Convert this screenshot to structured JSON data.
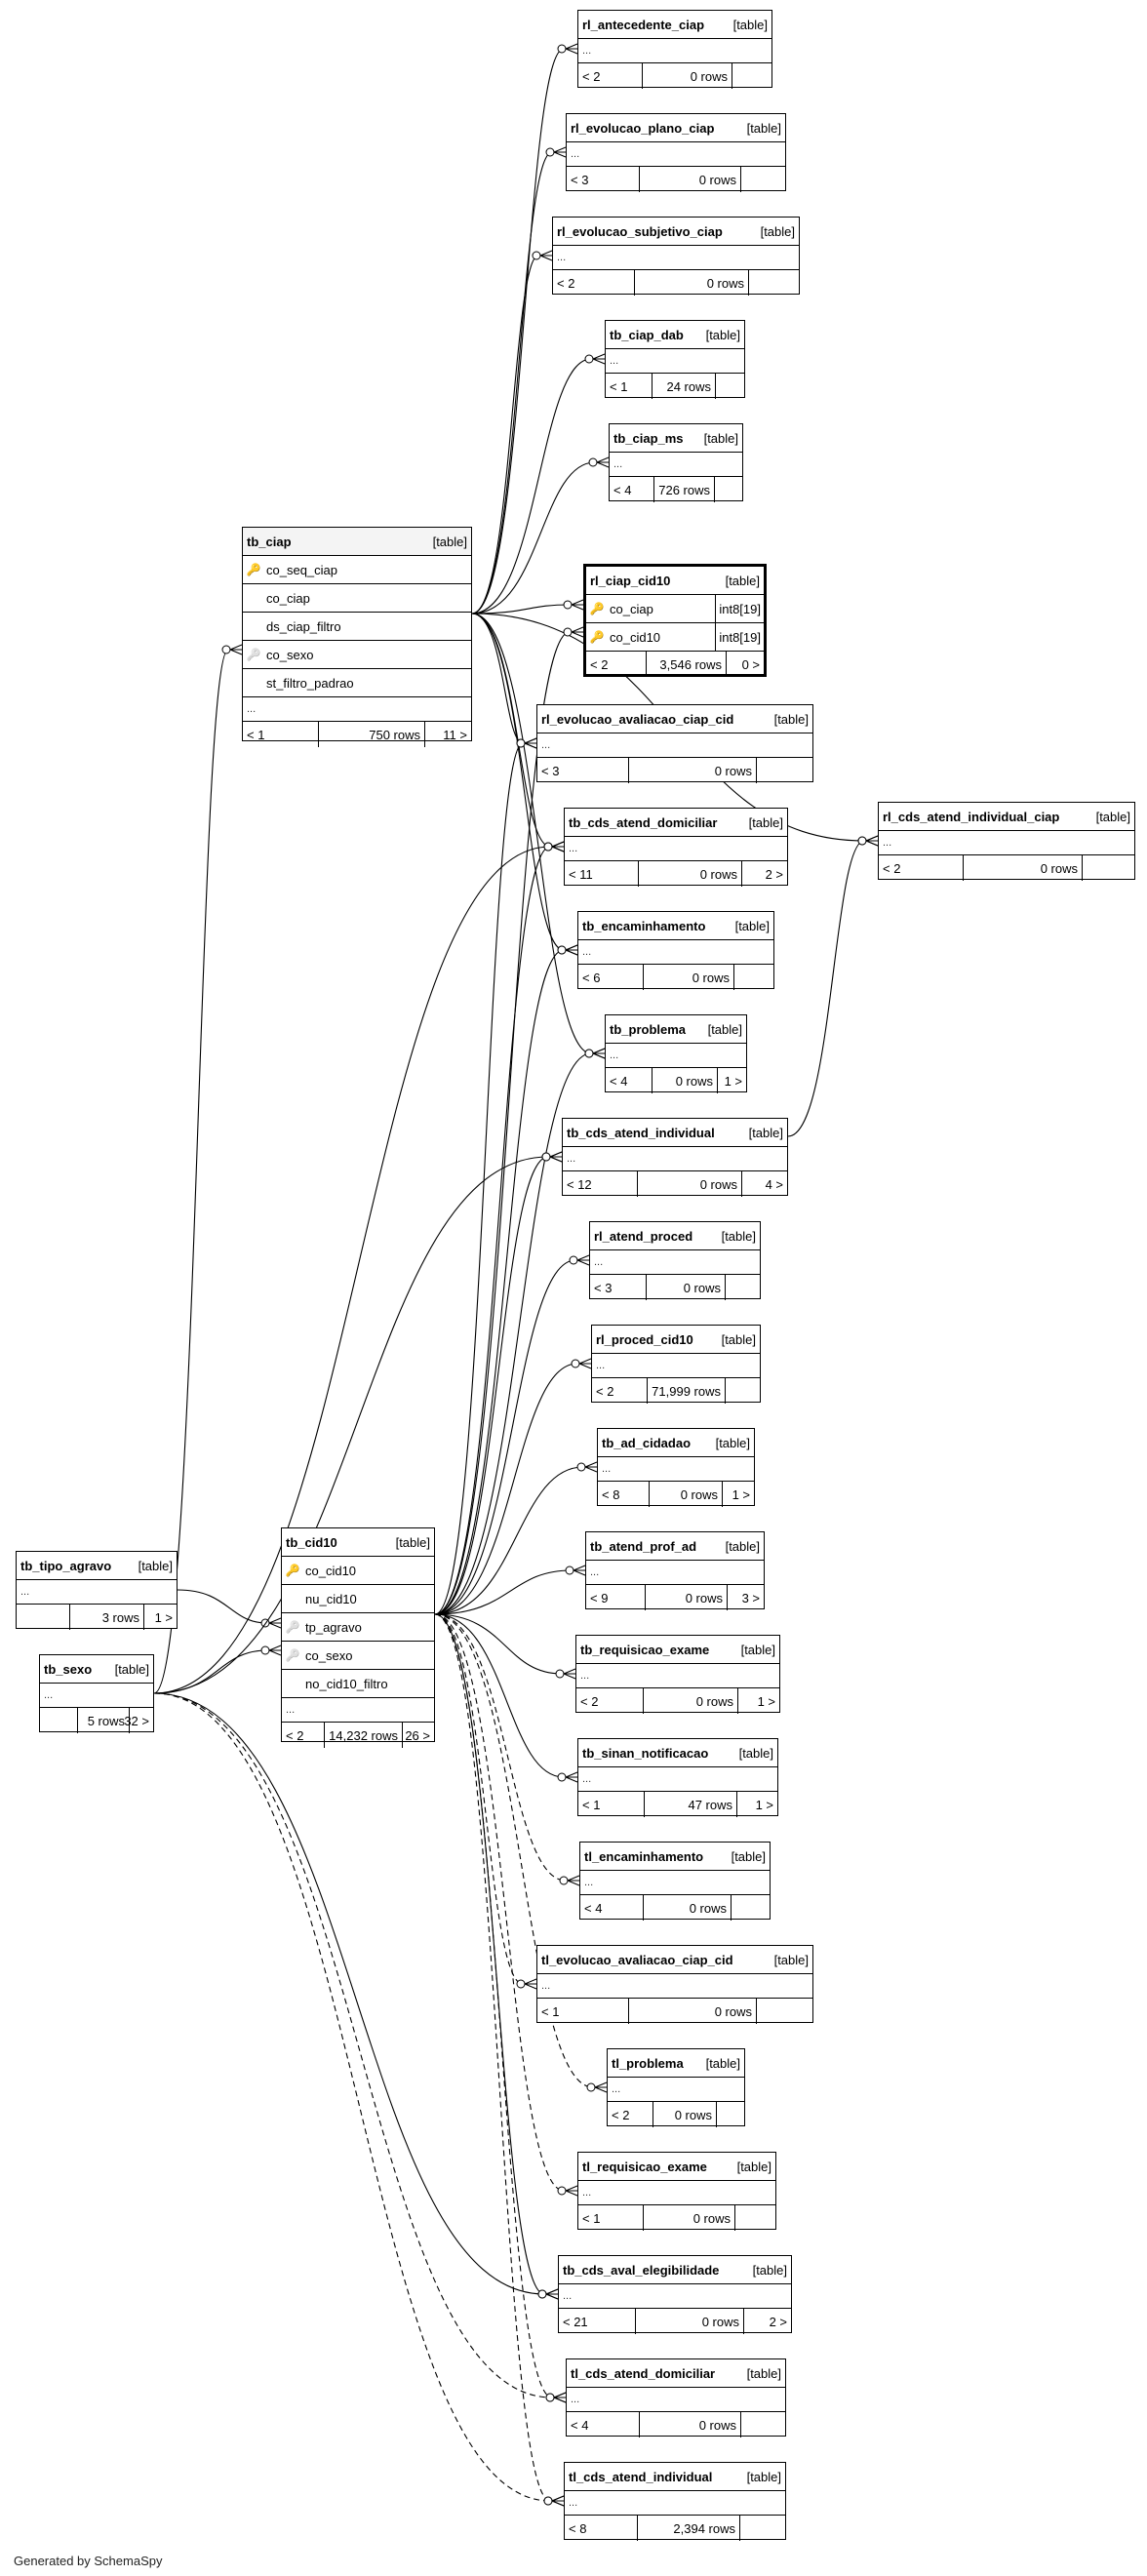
{
  "credit": "Generated by SchemaSpy",
  "type_label": "[table]",
  "ellipsis": "...",
  "tables": [
    {
      "id": "rl_antecedente_ciap",
      "name": "rl_antecedente_ciap",
      "parents": "< 2",
      "rows": "0 rows",
      "children": ""
    },
    {
      "id": "rl_evolucao_plano_ciap",
      "name": "rl_evolucao_plano_ciap",
      "parents": "< 3",
      "rows": "0 rows",
      "children": ""
    },
    {
      "id": "rl_evolucao_subjetivo_ciap",
      "name": "rl_evolucao_subjetivo_ciap",
      "parents": "< 2",
      "rows": "0 rows",
      "children": ""
    },
    {
      "id": "tb_ciap_dab",
      "name": "tb_ciap_dab",
      "parents": "< 1",
      "rows": "24 rows",
      "children": ""
    },
    {
      "id": "tb_ciap_ms",
      "name": "tb_ciap_ms",
      "parents": "< 4",
      "rows": "726 rows",
      "children": ""
    },
    {
      "id": "tb_ciap",
      "name": "tb_ciap",
      "parents": "< 1",
      "rows": "750 rows",
      "children": "11 >",
      "columns": [
        {
          "name": "co_seq_ciap",
          "key": "pk"
        },
        {
          "name": "co_ciap",
          "key": ""
        },
        {
          "name": "ds_ciap_filtro",
          "key": ""
        },
        {
          "name": "co_sexo",
          "key": "fk"
        },
        {
          "name": "st_filtro_padrao",
          "key": ""
        }
      ]
    },
    {
      "id": "rl_ciap_cid10",
      "name": "rl_ciap_cid10",
      "parents": "< 2",
      "rows": "3,546 rows",
      "children": "0 >",
      "columns": [
        {
          "name": "co_ciap",
          "key": "pk",
          "type": "int8[19]"
        },
        {
          "name": "co_cid10",
          "key": "pk",
          "type": "int8[19]"
        }
      ]
    },
    {
      "id": "rl_evolucao_avaliacao_ciap_cid",
      "name": "rl_evolucao_avaliacao_ciap_cid",
      "parents": "< 3",
      "rows": "0 rows",
      "children": ""
    },
    {
      "id": "tb_cds_atend_domiciliar",
      "name": "tb_cds_atend_domiciliar",
      "parents": "< 11",
      "rows": "0 rows",
      "children": "2 >"
    },
    {
      "id": "rl_cds_atend_individual_ciap",
      "name": "rl_cds_atend_individual_ciap",
      "parents": "< 2",
      "rows": "0 rows",
      "children": ""
    },
    {
      "id": "tb_encaminhamento",
      "name": "tb_encaminhamento",
      "parents": "< 6",
      "rows": "0 rows",
      "children": ""
    },
    {
      "id": "tb_problema",
      "name": "tb_problema",
      "parents": "< 4",
      "rows": "0 rows",
      "children": "1 >"
    },
    {
      "id": "tb_cds_atend_individual",
      "name": "tb_cds_atend_individual",
      "parents": "< 12",
      "rows": "0 rows",
      "children": "4 >"
    },
    {
      "id": "rl_atend_proced",
      "name": "rl_atend_proced",
      "parents": "< 3",
      "rows": "0 rows",
      "children": ""
    },
    {
      "id": "rl_proced_cid10",
      "name": "rl_proced_cid10",
      "parents": "< 2",
      "rows": "71,999 rows",
      "children": ""
    },
    {
      "id": "tb_ad_cidadao",
      "name": "tb_ad_cidadao",
      "parents": "< 8",
      "rows": "0 rows",
      "children": "1 >"
    },
    {
      "id": "tb_tipo_agravo",
      "name": "tb_tipo_agravo",
      "parents": "",
      "rows": "3 rows",
      "children": "1 >"
    },
    {
      "id": "tb_cid10",
      "name": "tb_cid10",
      "parents": "< 2",
      "rows": "14,232 rows",
      "children": "26 >",
      "columns": [
        {
          "name": "co_cid10",
          "key": "pk"
        },
        {
          "name": "nu_cid10",
          "key": ""
        },
        {
          "name": "tp_agravo",
          "key": "fk"
        },
        {
          "name": "co_sexo",
          "key": "fk"
        },
        {
          "name": "no_cid10_filtro",
          "key": ""
        }
      ]
    },
    {
      "id": "tb_atend_prof_ad",
      "name": "tb_atend_prof_ad",
      "parents": "< 9",
      "rows": "0 rows",
      "children": "3 >"
    },
    {
      "id": "tb_sexo",
      "name": "tb_sexo",
      "parents": "",
      "rows": "5 rows",
      "children": "32 >"
    },
    {
      "id": "tb_requisicao_exame",
      "name": "tb_requisicao_exame",
      "parents": "< 2",
      "rows": "0 rows",
      "children": "1 >"
    },
    {
      "id": "tb_sinan_notificacao",
      "name": "tb_sinan_notificacao",
      "parents": "< 1",
      "rows": "47 rows",
      "children": "1 >"
    },
    {
      "id": "tl_encaminhamento",
      "name": "tl_encaminhamento",
      "parents": "< 4",
      "rows": "0 rows",
      "children": ""
    },
    {
      "id": "tl_evolucao_avaliacao_ciap_cid",
      "name": "tl_evolucao_avaliacao_ciap_cid",
      "parents": "< 1",
      "rows": "0 rows",
      "children": ""
    },
    {
      "id": "tl_problema",
      "name": "tl_problema",
      "parents": "< 2",
      "rows": "0 rows",
      "children": ""
    },
    {
      "id": "tl_requisicao_exame",
      "name": "tl_requisicao_exame",
      "parents": "< 1",
      "rows": "0 rows",
      "children": ""
    },
    {
      "id": "tb_cds_aval_elegibilidade",
      "name": "tb_cds_aval_elegibilidade",
      "parents": "< 21",
      "rows": "0 rows",
      "children": "2 >"
    },
    {
      "id": "tl_cds_atend_domiciliar",
      "name": "tl_cds_atend_domiciliar",
      "parents": "< 4",
      "rows": "0 rows",
      "children": ""
    },
    {
      "id": "tl_cds_atend_individual",
      "name": "tl_cds_atend_individual",
      "parents": "< 8",
      "rows": "2,394 rows",
      "children": ""
    }
  ],
  "relationships": [
    {
      "from": "tb_ciap",
      "to": "rl_antecedente_ciap",
      "style": "solid"
    },
    {
      "from": "tb_ciap",
      "to": "rl_evolucao_plano_ciap",
      "style": "solid"
    },
    {
      "from": "tb_ciap",
      "to": "rl_evolucao_subjetivo_ciap",
      "style": "solid"
    },
    {
      "from": "tb_ciap",
      "to": "tb_ciap_dab",
      "style": "solid"
    },
    {
      "from": "tb_ciap",
      "to": "tb_ciap_ms",
      "style": "solid"
    },
    {
      "from": "tb_ciap",
      "to": "rl_ciap_cid10",
      "style": "solid"
    },
    {
      "from": "tb_ciap",
      "to": "rl_evolucao_avaliacao_ciap_cid",
      "style": "solid"
    },
    {
      "from": "tb_ciap",
      "to": "tb_cds_atend_domiciliar",
      "style": "solid"
    },
    {
      "from": "tb_ciap",
      "to": "rl_cds_atend_individual_ciap",
      "style": "solid"
    },
    {
      "from": "tb_ciap",
      "to": "tb_encaminhamento",
      "style": "solid"
    },
    {
      "from": "tb_ciap",
      "to": "tb_problema",
      "style": "solid"
    },
    {
      "from": "tb_sexo",
      "to": "tb_ciap",
      "style": "solid"
    },
    {
      "from": "tb_tipo_agravo",
      "to": "tb_cid10",
      "style": "solid"
    },
    {
      "from": "tb_sexo",
      "to": "tb_cid10",
      "style": "solid"
    },
    {
      "from": "tb_sexo",
      "to": "tb_cds_atend_domiciliar",
      "style": "solid"
    },
    {
      "from": "tb_sexo",
      "to": "tb_cds_atend_individual",
      "style": "solid"
    },
    {
      "from": "tb_sexo",
      "to": "tb_cds_aval_elegibilidade",
      "style": "solid"
    },
    {
      "from": "tb_sexo",
      "to": "tl_cds_atend_domiciliar",
      "style": "dashed"
    },
    {
      "from": "tb_sexo",
      "to": "tl_cds_atend_individual",
      "style": "dashed"
    },
    {
      "from": "tb_cds_atend_individual",
      "to": "rl_cds_atend_individual_ciap",
      "style": "solid"
    },
    {
      "from": "tb_cid10",
      "to": "rl_ciap_cid10",
      "style": "solid"
    },
    {
      "from": "tb_cid10",
      "to": "rl_evolucao_avaliacao_ciap_cid",
      "style": "solid"
    },
    {
      "from": "tb_cid10",
      "to": "tb_cds_atend_domiciliar",
      "style": "solid"
    },
    {
      "from": "tb_cid10",
      "to": "tb_encaminhamento",
      "style": "solid"
    },
    {
      "from": "tb_cid10",
      "to": "tb_problema",
      "style": "solid"
    },
    {
      "from": "tb_cid10",
      "to": "tb_cds_atend_individual",
      "style": "solid"
    },
    {
      "from": "tb_cid10",
      "to": "rl_atend_proced",
      "style": "solid"
    },
    {
      "from": "tb_cid10",
      "to": "rl_proced_cid10",
      "style": "solid"
    },
    {
      "from": "tb_cid10",
      "to": "tb_ad_cidadao",
      "style": "solid"
    },
    {
      "from": "tb_cid10",
      "to": "tb_atend_prof_ad",
      "style": "solid"
    },
    {
      "from": "tb_cid10",
      "to": "tb_requisicao_exame",
      "style": "solid"
    },
    {
      "from": "tb_cid10",
      "to": "tb_sinan_notificacao",
      "style": "solid"
    },
    {
      "from": "tb_cid10",
      "to": "tl_encaminhamento",
      "style": "dashed"
    },
    {
      "from": "tb_cid10",
      "to": "tl_evolucao_avaliacao_ciap_cid",
      "style": "dashed"
    },
    {
      "from": "tb_cid10",
      "to": "tl_problema",
      "style": "dashed"
    },
    {
      "from": "tb_cid10",
      "to": "tl_requisicao_exame",
      "style": "dashed"
    },
    {
      "from": "tb_cid10",
      "to": "tb_cds_aval_elegibilidade",
      "style": "solid"
    },
    {
      "from": "tb_cid10",
      "to": "tl_cds_atend_domiciliar",
      "style": "dashed"
    },
    {
      "from": "tb_cid10",
      "to": "tl_cds_atend_individual",
      "style": "dashed"
    }
  ]
}
